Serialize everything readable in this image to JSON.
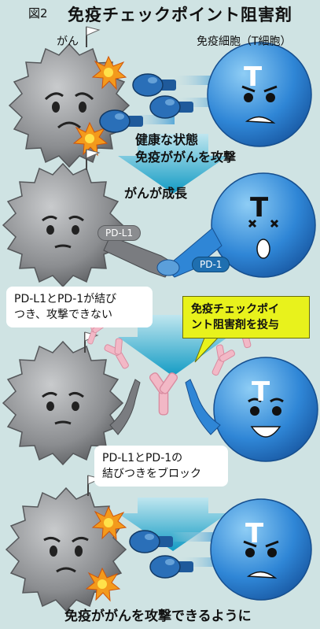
{
  "figure_label": "図2",
  "title": "免疫チェックポイント阻害剤",
  "labels": {
    "cancer": "がん",
    "tcell": "免疫細胞（T細胞）",
    "tcell_letter": "T",
    "healthy_line1": "健康な状態",
    "healthy_line2": "免疫ががんを攻撃",
    "grows": "がんが成長",
    "pdl1": "PD-L1",
    "pd1": "PD-1",
    "bind_line1": "PD-L1とPD-1が結び",
    "bind_line2": "つき、攻撃できない",
    "drug_line1": "免疫チェックポイ",
    "drug_line2": "ント阻害剤を投与",
    "block_line1": "PD-L1とPD-1の",
    "block_line2": "結びつきをブロック",
    "final": "免疫ががんを攻撃できるように"
  },
  "colors": {
    "background": "#cfe3e3",
    "tcell_blue": "#2f86d6",
    "cancer_gray": "#8b8d90",
    "arrow_teal": "#1aa4c8",
    "callout_yellow": "#e8f21c",
    "glove_blue": "#2a6fb8",
    "antibody_pink": "#f2b8c6"
  }
}
